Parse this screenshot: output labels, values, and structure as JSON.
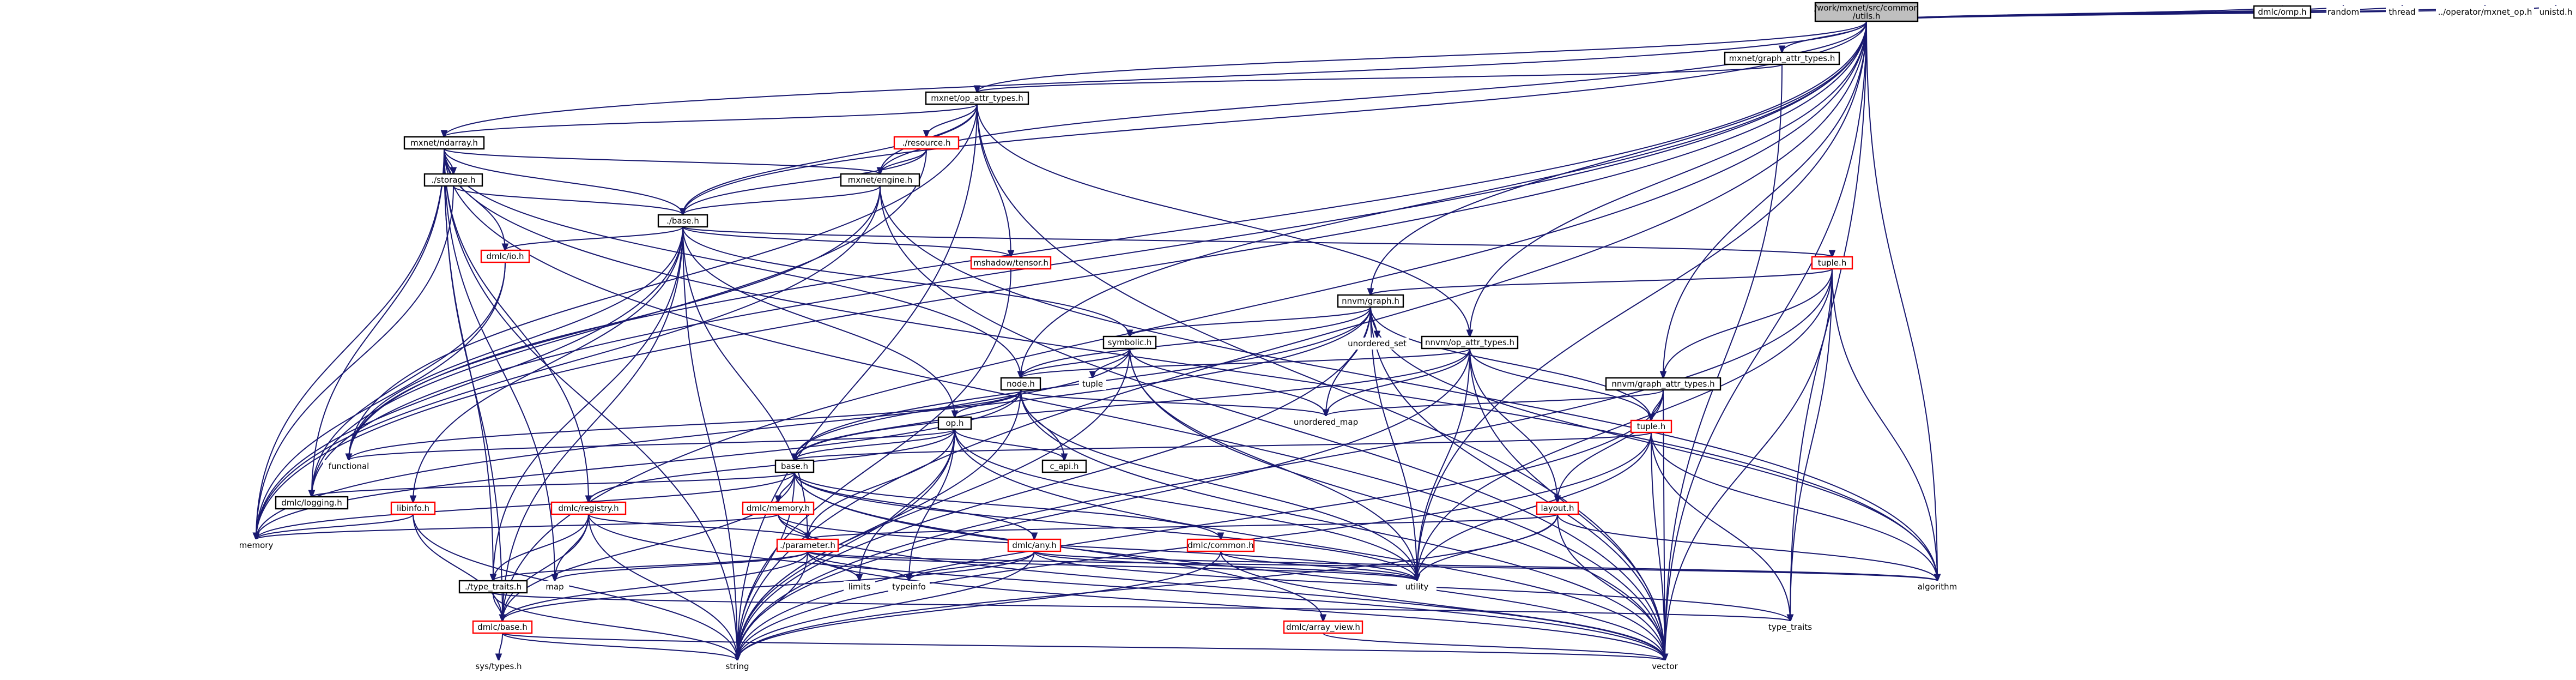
{
  "nodes": [
    {
      "id": "root",
      "label": [
        "/work/mxnet/src/common",
        "/utils.h"
      ],
      "style": "root"
    },
    {
      "id": "op_attr_types",
      "label": [
        "mxnet/op_attr_types.h"
      ],
      "style": "black"
    },
    {
      "id": "graph_attr_types_mx",
      "label": [
        "mxnet/graph_attr_types.h"
      ],
      "style": "black"
    },
    {
      "id": "dmlc_omp",
      "label": [
        "dmlc/omp.h"
      ],
      "style": "black"
    },
    {
      "id": "random",
      "label": [
        "random"
      ],
      "style": "plain"
    },
    {
      "id": "thread",
      "label": [
        "thread"
      ],
      "style": "plain"
    },
    {
      "id": "operator_mxnet_op",
      "label": [
        "../operator/mxnet_op.h"
      ],
      "style": "plain"
    },
    {
      "id": "unistd",
      "label": [
        "unistd.h"
      ],
      "style": "plain"
    },
    {
      "id": "ndarray",
      "label": [
        "mxnet/ndarray.h"
      ],
      "style": "black"
    },
    {
      "id": "resource",
      "label": [
        "./resource.h"
      ],
      "style": "red"
    },
    {
      "id": "storage",
      "label": [
        "./storage.h"
      ],
      "style": "black"
    },
    {
      "id": "engine",
      "label": [
        "mxnet/engine.h"
      ],
      "style": "black"
    },
    {
      "id": "base_mx",
      "label": [
        "./base.h"
      ],
      "style": "black"
    },
    {
      "id": "mshadow_tensor",
      "label": [
        "mshadow/tensor.h"
      ],
      "style": "red"
    },
    {
      "id": "tuple_mx",
      "label": [
        "tuple.h"
      ],
      "style": "red"
    },
    {
      "id": "dmlc_io",
      "label": [
        "dmlc/io.h"
      ],
      "style": "red"
    },
    {
      "id": "nnvm_graph",
      "label": [
        "nnvm/graph.h"
      ],
      "style": "black"
    },
    {
      "id": "unordered_set",
      "label": [
        "unordered_set"
      ],
      "style": "plain"
    },
    {
      "id": "symbolic",
      "label": [
        "symbolic.h"
      ],
      "style": "black"
    },
    {
      "id": "nnvm_op_attr_types",
      "label": [
        "nnvm/op_attr_types.h"
      ],
      "style": "black"
    },
    {
      "id": "node",
      "label": [
        "node.h"
      ],
      "style": "black"
    },
    {
      "id": "tuple_std",
      "label": [
        "tuple"
      ],
      "style": "plain"
    },
    {
      "id": "nnvm_graph_attr_types",
      "label": [
        "nnvm/graph_attr_types.h"
      ],
      "style": "black"
    },
    {
      "id": "unordered_map",
      "label": [
        "unordered_map"
      ],
      "style": "plain"
    },
    {
      "id": "op",
      "label": [
        "op.h"
      ],
      "style": "black"
    },
    {
      "id": "tuple_nnvm",
      "label": [
        "tuple.h"
      ],
      "style": "red"
    },
    {
      "id": "functional",
      "label": [
        "functional"
      ],
      "style": "plain"
    },
    {
      "id": "c_api",
      "label": [
        "c_api.h"
      ],
      "style": "black"
    },
    {
      "id": "base_nnvm",
      "label": [
        "base.h"
      ],
      "style": "black"
    },
    {
      "id": "dmlc_logging",
      "label": [
        "dmlc/logging.h"
      ],
      "style": "black"
    },
    {
      "id": "libinfo",
      "label": [
        "libinfo.h"
      ],
      "style": "red"
    },
    {
      "id": "dmlc_registry",
      "label": [
        "dmlc/registry.h"
      ],
      "style": "red"
    },
    {
      "id": "dmlc_memory",
      "label": [
        "dmlc/memory.h"
      ],
      "style": "red"
    },
    {
      "id": "layout",
      "label": [
        "layout.h"
      ],
      "style": "red"
    },
    {
      "id": "memory",
      "label": [
        "memory"
      ],
      "style": "plain"
    },
    {
      "id": "parameter",
      "label": [
        "./parameter.h"
      ],
      "style": "red"
    },
    {
      "id": "dmlc_any",
      "label": [
        "dmlc/any.h"
      ],
      "style": "red"
    },
    {
      "id": "dmlc_common",
      "label": [
        "dmlc/common.h"
      ],
      "style": "red"
    },
    {
      "id": "type_traits_dmlc",
      "label": [
        "./type_traits.h"
      ],
      "style": "black"
    },
    {
      "id": "map",
      "label": [
        "map"
      ],
      "style": "plain"
    },
    {
      "id": "limits",
      "label": [
        "limits"
      ],
      "style": "plain"
    },
    {
      "id": "typeinfo",
      "label": [
        "typeinfo"
      ],
      "style": "plain"
    },
    {
      "id": "utility",
      "label": [
        "utility"
      ],
      "style": "plain"
    },
    {
      "id": "algorithm",
      "label": [
        "algorithm"
      ],
      "style": "plain"
    },
    {
      "id": "dmlc_base",
      "label": [
        "dmlc/base.h"
      ],
      "style": "red"
    },
    {
      "id": "type_traits_std",
      "label": [
        "type_traits"
      ],
      "style": "plain"
    },
    {
      "id": "dmlc_array_view",
      "label": [
        "dmlc/array_view.h"
      ],
      "style": "red"
    },
    {
      "id": "sys_types",
      "label": [
        "sys/types.h"
      ],
      "style": "plain"
    },
    {
      "id": "string",
      "label": [
        "string"
      ],
      "style": "plain"
    },
    {
      "id": "vector",
      "label": [
        "vector"
      ],
      "style": "plain"
    }
  ],
  "edges": [
    [
      "root",
      "op_attr_types"
    ],
    [
      "root",
      "graph_attr_types_mx"
    ],
    [
      "root",
      "dmlc_omp"
    ],
    [
      "root",
      "random"
    ],
    [
      "root",
      "thread"
    ],
    [
      "root",
      "operator_mxnet_op"
    ],
    [
      "root",
      "unistd"
    ],
    [
      "root",
      "ndarray"
    ],
    [
      "root",
      "engine"
    ],
    [
      "root",
      "functional"
    ],
    [
      "root",
      "dmlc_logging"
    ],
    [
      "root",
      "memory"
    ],
    [
      "root",
      "string"
    ],
    [
      "root",
      "vector"
    ],
    [
      "root",
      "utility"
    ],
    [
      "root",
      "algorithm"
    ],
    [
      "root",
      "type_traits_std"
    ],
    [
      "root",
      "nnvm_graph"
    ],
    [
      "root",
      "nnvm_graph_attr_types"
    ],
    [
      "root",
      "nnvm_op_attr_types"
    ],
    [
      "root",
      "node"
    ],
    [
      "root",
      "base_mx"
    ],
    [
      "root",
      "dmlc_base"
    ],
    [
      "graph_attr_types_mx",
      "op_attr_types"
    ],
    [
      "graph_attr_types_mx",
      "vector"
    ],
    [
      "op_attr_types",
      "ndarray"
    ],
    [
      "op_attr_types",
      "resource"
    ],
    [
      "op_attr_types",
      "engine"
    ],
    [
      "op_attr_types",
      "base_mx"
    ],
    [
      "op_attr_types",
      "mshadow_tensor"
    ],
    [
      "op_attr_types",
      "nnvm_op_attr_types"
    ],
    [
      "op_attr_types",
      "vector"
    ],
    [
      "op_attr_types",
      "string"
    ],
    [
      "op_attr_types",
      "functional"
    ],
    [
      "ndarray",
      "storage"
    ],
    [
      "ndarray",
      "engine"
    ],
    [
      "ndarray",
      "base_mx"
    ],
    [
      "ndarray",
      "dmlc_io"
    ],
    [
      "ndarray",
      "dmlc_registry"
    ],
    [
      "ndarray",
      "type_traits_dmlc"
    ],
    [
      "ndarray",
      "memory"
    ],
    [
      "ndarray",
      "dmlc_logging"
    ],
    [
      "ndarray",
      "algorithm"
    ],
    [
      "ndarray",
      "map"
    ],
    [
      "ndarray",
      "vector"
    ],
    [
      "ndarray",
      "string"
    ],
    [
      "ndarray",
      "dmlc_base"
    ],
    [
      "ndarray",
      "node"
    ],
    [
      "resource",
      "engine"
    ],
    [
      "resource",
      "base_mx"
    ],
    [
      "resource",
      "dmlc_logging"
    ],
    [
      "storage",
      "base_mx"
    ],
    [
      "storage",
      "memory"
    ],
    [
      "engine",
      "base_mx"
    ],
    [
      "engine",
      "vector"
    ],
    [
      "engine",
      "algorithm"
    ],
    [
      "engine",
      "functional"
    ],
    [
      "engine",
      "memory"
    ],
    [
      "base_mx",
      "mshadow_tensor"
    ],
    [
      "base_mx",
      "dmlc_io"
    ],
    [
      "base_mx",
      "tuple_mx"
    ],
    [
      "base_mx",
      "symbolic"
    ],
    [
      "base_mx",
      "op"
    ],
    [
      "base_mx",
      "libinfo"
    ],
    [
      "base_mx",
      "dmlc_base"
    ],
    [
      "base_mx",
      "type_traits_dmlc"
    ],
    [
      "base_mx",
      "parameter"
    ],
    [
      "base_mx",
      "string"
    ],
    [
      "base_mx",
      "memory"
    ],
    [
      "base_mx",
      "functional"
    ],
    [
      "mshadow_tensor",
      "string"
    ],
    [
      "tuple_mx",
      "nnvm_graph"
    ],
    [
      "tuple_mx",
      "nnvm_graph_attr_types"
    ],
    [
      "tuple_mx",
      "utility"
    ],
    [
      "tuple_mx",
      "algorithm"
    ],
    [
      "tuple_mx",
      "vector"
    ],
    [
      "tuple_mx",
      "type_traits_std"
    ],
    [
      "tuple_mx",
      "string"
    ],
    [
      "dmlc_io",
      "dmlc_logging"
    ],
    [
      "dmlc_io",
      "memory"
    ],
    [
      "nnvm_graph",
      "unordered_set"
    ],
    [
      "nnvm_graph",
      "symbolic"
    ],
    [
      "nnvm_graph",
      "node"
    ],
    [
      "nnvm_graph",
      "base_nnvm"
    ],
    [
      "nnvm_graph",
      "unordered_map"
    ],
    [
      "nnvm_graph",
      "memory"
    ],
    [
      "nnvm_graph",
      "algorithm"
    ],
    [
      "nnvm_graph",
      "utility"
    ],
    [
      "nnvm_graph",
      "vector"
    ],
    [
      "nnvm_graph",
      "string"
    ],
    [
      "nnvm_graph",
      "tuple_nnvm"
    ],
    [
      "symbolic",
      "node"
    ],
    [
      "symbolic",
      "base_nnvm"
    ],
    [
      "symbolic",
      "tuple_std"
    ],
    [
      "symbolic",
      "unordered_map"
    ],
    [
      "symbolic",
      "utility"
    ],
    [
      "symbolic",
      "vector"
    ],
    [
      "symbolic",
      "string"
    ],
    [
      "nnvm_op_attr_types",
      "node"
    ],
    [
      "nnvm_op_attr_types",
      "base_nnvm"
    ],
    [
      "nnvm_op_attr_types",
      "tuple_nnvm"
    ],
    [
      "nnvm_op_attr_types",
      "layout"
    ],
    [
      "nnvm_op_attr_types",
      "unordered_map"
    ],
    [
      "nnvm_op_attr_types",
      "utility"
    ],
    [
      "nnvm_op_attr_types",
      "vector"
    ],
    [
      "nnvm_op_attr_types",
      "string"
    ],
    [
      "node",
      "op"
    ],
    [
      "node",
      "base_nnvm"
    ],
    [
      "node",
      "c_api"
    ],
    [
      "node",
      "unordered_map"
    ],
    [
      "node",
      "functional"
    ],
    [
      "node",
      "utility"
    ],
    [
      "node",
      "memory"
    ],
    [
      "node",
      "string"
    ],
    [
      "node",
      "vector"
    ],
    [
      "nnvm_graph_attr_types",
      "tuple_nnvm"
    ],
    [
      "nnvm_graph_attr_types",
      "layout"
    ],
    [
      "nnvm_graph_attr_types",
      "unordered_map"
    ],
    [
      "nnvm_graph_attr_types",
      "vector"
    ],
    [
      "nnvm_graph_attr_types",
      "string"
    ],
    [
      "op",
      "base_nnvm"
    ],
    [
      "op",
      "c_api"
    ],
    [
      "op",
      "functional"
    ],
    [
      "op",
      "dmlc_registry"
    ],
    [
      "op",
      "parameter"
    ],
    [
      "op",
      "typeinfo"
    ],
    [
      "op",
      "limits"
    ],
    [
      "op",
      "utility"
    ],
    [
      "op",
      "vector"
    ],
    [
      "op",
      "string"
    ],
    [
      "tuple_nnvm",
      "base_nnvm"
    ],
    [
      "tuple_nnvm",
      "utility"
    ],
    [
      "tuple_nnvm",
      "algorithm"
    ],
    [
      "tuple_nnvm",
      "vector"
    ],
    [
      "tuple_nnvm",
      "type_traits_std"
    ],
    [
      "tuple_nnvm",
      "string"
    ],
    [
      "base_nnvm",
      "dmlc_base"
    ],
    [
      "base_nnvm",
      "dmlc_logging"
    ],
    [
      "base_nnvm",
      "dmlc_memory"
    ],
    [
      "base_nnvm",
      "dmlc_common"
    ],
    [
      "base_nnvm",
      "dmlc_any"
    ],
    [
      "base_nnvm",
      "dmlc_array_view"
    ],
    [
      "base_nnvm",
      "memory"
    ],
    [
      "base_nnvm",
      "vector"
    ],
    [
      "base_nnvm",
      "string"
    ],
    [
      "base_nnvm",
      "utility"
    ],
    [
      "libinfo",
      "dmlc_base"
    ],
    [
      "libinfo",
      "string"
    ],
    [
      "libinfo",
      "memory"
    ],
    [
      "dmlc_registry",
      "parameter"
    ],
    [
      "dmlc_registry",
      "type_traits_dmlc"
    ],
    [
      "dmlc_registry",
      "map"
    ],
    [
      "dmlc_registry",
      "dmlc_base"
    ],
    [
      "dmlc_registry",
      "vector"
    ],
    [
      "dmlc_registry",
      "string"
    ],
    [
      "dmlc_memory",
      "parameter"
    ],
    [
      "dmlc_memory",
      "memory"
    ],
    [
      "dmlc_memory",
      "utility"
    ],
    [
      "dmlc_memory",
      "vector"
    ],
    [
      "layout",
      "parameter"
    ],
    [
      "layout",
      "utility"
    ],
    [
      "layout",
      "algorithm"
    ],
    [
      "layout",
      "vector"
    ],
    [
      "layout",
      "string"
    ],
    [
      "parameter",
      "dmlc_base"
    ],
    [
      "parameter",
      "type_traits_dmlc"
    ],
    [
      "parameter",
      "map"
    ],
    [
      "parameter",
      "limits"
    ],
    [
      "parameter",
      "typeinfo"
    ],
    [
      "parameter",
      "utility"
    ],
    [
      "parameter",
      "algorithm"
    ],
    [
      "parameter",
      "vector"
    ],
    [
      "parameter",
      "string"
    ],
    [
      "dmlc_any",
      "dmlc_base"
    ],
    [
      "dmlc_any",
      "type_traits_std"
    ],
    [
      "dmlc_any",
      "typeinfo"
    ],
    [
      "dmlc_any",
      "utility"
    ],
    [
      "dmlc_any",
      "algorithm"
    ],
    [
      "dmlc_any",
      "string"
    ],
    [
      "dmlc_common",
      "string"
    ],
    [
      "dmlc_common",
      "vector"
    ],
    [
      "dmlc_common",
      "utility"
    ],
    [
      "type_traits_dmlc",
      "dmlc_base"
    ],
    [
      "type_traits_dmlc",
      "type_traits_std"
    ],
    [
      "type_traits_dmlc",
      "string"
    ],
    [
      "dmlc_base",
      "sys_types"
    ],
    [
      "dmlc_base",
      "string"
    ],
    [
      "dmlc_base",
      "vector"
    ],
    [
      "dmlc_array_view",
      "vector"
    ]
  ]
}
